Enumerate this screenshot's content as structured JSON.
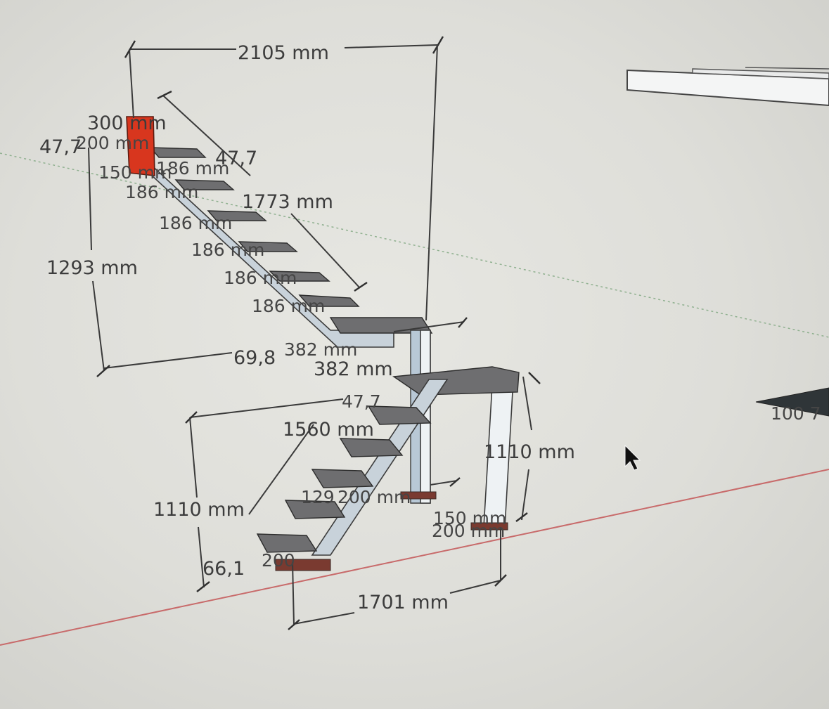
{
  "viewport": {
    "background_color": "#dededa",
    "axis_red_color": "#c86a6a",
    "axis_green_color": "#8fb08f",
    "accent_red": "#d8361e"
  },
  "dimensions": {
    "total_width": "2105 mm",
    "upper_height": "1293 mm",
    "diagonal_length": "1773 mm",
    "lower_run": "1560 mm",
    "lower_height": "1110 mm",
    "base_length": "1701 mm",
    "post_height": "1110 mm",
    "tread_depth": "300 mm",
    "tread_depth_2": "200 mm",
    "angle_top": "47,7",
    "angle_left": "47,7",
    "angle_mid": "47,7",
    "angle_low": "69,8",
    "angle_base": "66,1",
    "step_rise": "186 mm",
    "step_rise_2": "150 mm",
    "landing_width": "382 mm",
    "landing_width_2": "382 mm",
    "post_plate_a": "150 mm",
    "post_plate_b": "200 mm",
    "mid_label_a": "129",
    "mid_label_b": "200 mm",
    "base_label": "200",
    "fragment_right": "100 7"
  },
  "cursor": {
    "icon": "mouse-pointer-icon"
  }
}
